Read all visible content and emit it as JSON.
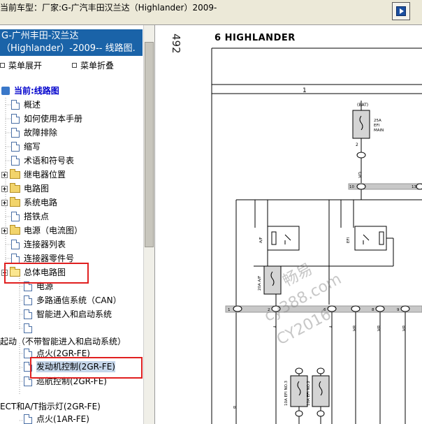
{
  "topbar": {
    "title": "当前车型：厂家:G-广汽丰田汉兰达（Highlander）2009-"
  },
  "left_panel": {
    "header": "G-广州丰田-汉兰达（Highlander）-2009-- 线路图.",
    "toolbar": {
      "expand_all": "菜单展开",
      "collapse_all": "菜单折叠"
    },
    "tree": [
      {
        "label": "当前:线路图",
        "icon": "computer-icon"
      },
      {
        "label": "概述",
        "icon": "document-icon"
      },
      {
        "label": "如何使用本手册",
        "icon": "document-icon"
      },
      {
        "label": "故障排除",
        "icon": "document-icon"
      },
      {
        "label": "缩写",
        "icon": "document-icon"
      },
      {
        "label": "术语和符号表",
        "icon": "document-icon"
      },
      {
        "label": "继电器位置",
        "icon": "folder-icon"
      },
      {
        "label": "电路图",
        "icon": "folder-icon"
      },
      {
        "label": "系统电路",
        "icon": "folder-icon"
      },
      {
        "label": "搭铁点",
        "icon": "document-icon"
      },
      {
        "label": "电源（电流图）",
        "icon": "folder-icon"
      },
      {
        "label": "连接器列表",
        "icon": "document-icon"
      },
      {
        "label": "连接器零件号",
        "icon": "document-icon"
      },
      {
        "label": "总体电路图",
        "icon": "folder-open-icon"
      },
      {
        "label": "电源",
        "icon": "document-icon"
      },
      {
        "label": "多路通信系统（CAN）",
        "icon": "document-icon"
      },
      {
        "label": "智能进入和启动系统",
        "icon": "document-icon"
      },
      {
        "label": "",
        "icon": "document-icon"
      },
      {
        "label": "起动（不带智能进入和启动系统）",
        "icon": ""
      },
      {
        "label": "点火(2GR-FE)",
        "icon": "document-icon"
      },
      {
        "label": "发动机控制(2GR-FE)",
        "icon": "document-icon"
      },
      {
        "label": "巡航控制(2GR-FE)",
        "icon": "document-icon"
      },
      {
        "label": "ECT和A/T指示灯(2GR-FE)",
        "icon": ""
      },
      {
        "label": "点火(1AR-FE)",
        "icon": "document-icon"
      }
    ]
  },
  "diagram": {
    "page_number": "492",
    "title": "6  HIGHLANDER",
    "column_label": "1",
    "labels": {
      "bat": "(BAT)",
      "main_fuse_1": "25A",
      "main_fuse_2": "EFI",
      "main_fuse_3": "MAIN",
      "pin_2": "2",
      "gr": "GR",
      "n10": "10",
      "n13": "13",
      "af_relay": "A/F",
      "efi_relay": "EFI",
      "fuse_af_1": "20A A/F",
      "bus_1": "1",
      "bus_2": "2",
      "bus_6": "6",
      "bus_8": "8",
      "bus_9": "9",
      "y1": "Y",
      "y2": "Y",
      "br1": "BR",
      "br2": "BR",
      "br3": "BR",
      "fuse_no3": "10A EFI NO.3",
      "fuse_no2": "10A EFI NO.2",
      "b": "B"
    },
    "watermark": {
      "line1": "畅易",
      "line2": "cy388.com",
      "line3": "CY2016"
    }
  }
}
